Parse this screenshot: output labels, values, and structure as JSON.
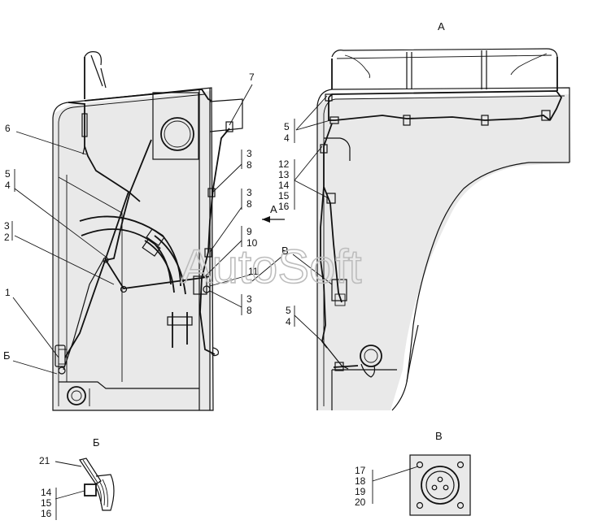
{
  "watermark": "AutoSoft",
  "views": {
    "a": "А",
    "b": "Б",
    "v": "В"
  },
  "side_view_labels": {
    "l1": "1",
    "l2": "2",
    "l3": "3",
    "l4": "4",
    "l5": "5",
    "l6": "6",
    "l7": "7",
    "l3a": "3",
    "l8a": "8",
    "l3b": "3",
    "l8b": "8",
    "l9": "9",
    "l10": "10",
    "l11": "11",
    "l3c": "3",
    "l8c": "8",
    "ref_b": "Б",
    "ref_v": "В",
    "ref_a": "А"
  },
  "front_view_labels": {
    "l5a": "5",
    "l4a": "4",
    "l12": "12",
    "l13": "13",
    "l14": "14",
    "l15": "15",
    "l16": "16",
    "l5b": "5",
    "l4b": "4"
  },
  "detail_b_labels": {
    "l21": "21",
    "l14": "14",
    "l15": "15",
    "l16": "16"
  },
  "detail_v_labels": {
    "l17": "17",
    "l18": "18",
    "l19": "19",
    "l20": "20"
  }
}
